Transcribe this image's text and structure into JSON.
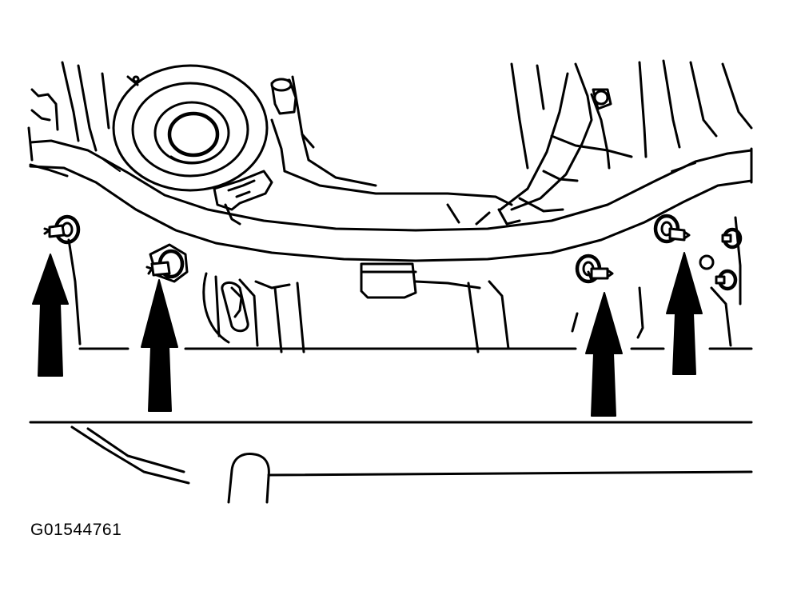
{
  "figure": {
    "code": "G01544761"
  },
  "colors": {
    "ink": "#000000",
    "paper": "#ffffff"
  },
  "arrows": [
    {
      "name": "arrow-bolt-far-left",
      "points_to": "bolt-far-left"
    },
    {
      "name": "arrow-bolt-left",
      "points_to": "bolt-left"
    },
    {
      "name": "arrow-bolt-right",
      "points_to": "bolt-right"
    },
    {
      "name": "arrow-bolt-far-right",
      "points_to": "bolt-far-right"
    }
  ]
}
